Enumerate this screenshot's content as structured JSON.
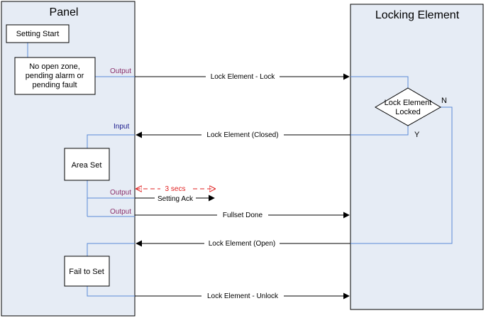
{
  "panel_lane": {
    "title": "Panel"
  },
  "locking_lane": {
    "title": "Locking Element"
  },
  "boxes": {
    "setting_start": "Setting Start",
    "no_open_zone": [
      "No open zone,",
      "pending alarm or",
      "pending fault"
    ],
    "area_set": "Area Set",
    "fail_to_set": "Fail to Set"
  },
  "decision": {
    "label": [
      "Lock Element",
      "Locked"
    ],
    "yes": "Y",
    "no": "N"
  },
  "ports": {
    "output_1": "Output",
    "input_1": "Input",
    "output_2": "Output",
    "output_3": "Output"
  },
  "messages": {
    "lock": "Lock Element - Lock",
    "closed": "Lock Element (Closed)",
    "timer": "3 secs",
    "setting_ack": "Setting Ack",
    "fullset_done": "Fullset Done",
    "open": "Lock Element (Open)",
    "unlock": "Lock Element - Unlock"
  },
  "colors": {
    "lane_fill": "#e6ecf5",
    "connector": "#5b8ad6",
    "output_port": "#8b2f6b",
    "input_port": "#1a1a8c",
    "timer": "#e02020",
    "arrow": "#000000"
  }
}
